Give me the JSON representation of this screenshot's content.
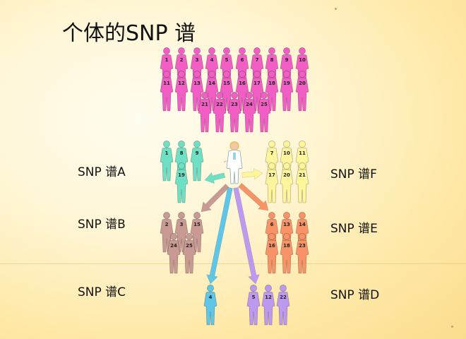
{
  "title": "个体的SNP 谱",
  "labels": {
    "a": "SNP 谱A",
    "b": "SNP 谱B",
    "c": "SNP 谱C",
    "d": "SNP 谱D",
    "e": "SNP 谱E",
    "f": "SNP 谱F"
  },
  "colors": {
    "population": "#f25fc4",
    "a": "#6fe0c4",
    "b": "#c99a94",
    "c": "#5fc6e8",
    "d": "#bd9af0",
    "e": "#f79366",
    "f": "#fff59c"
  },
  "population_ids": [
    "1",
    "2",
    "3",
    "4",
    "5",
    "6",
    "7",
    "8",
    "9",
    "10",
    "11",
    "12",
    "13",
    "14",
    "15",
    "16",
    "17",
    "18",
    "19",
    "20",
    "21",
    "22",
    "23",
    "24",
    "25"
  ],
  "groups": {
    "a": [
      "1",
      "8",
      "9",
      "19"
    ],
    "b": [
      "2",
      "3",
      "15",
      "24",
      "25"
    ],
    "c": [
      "4"
    ],
    "d": [
      "5",
      "12",
      "22"
    ],
    "e": [
      "6",
      "13",
      "14",
      "16",
      "18",
      "23"
    ],
    "f": [
      "7",
      "10",
      "11",
      "17",
      "20",
      "21"
    ]
  },
  "researcher": "researcher-icon"
}
